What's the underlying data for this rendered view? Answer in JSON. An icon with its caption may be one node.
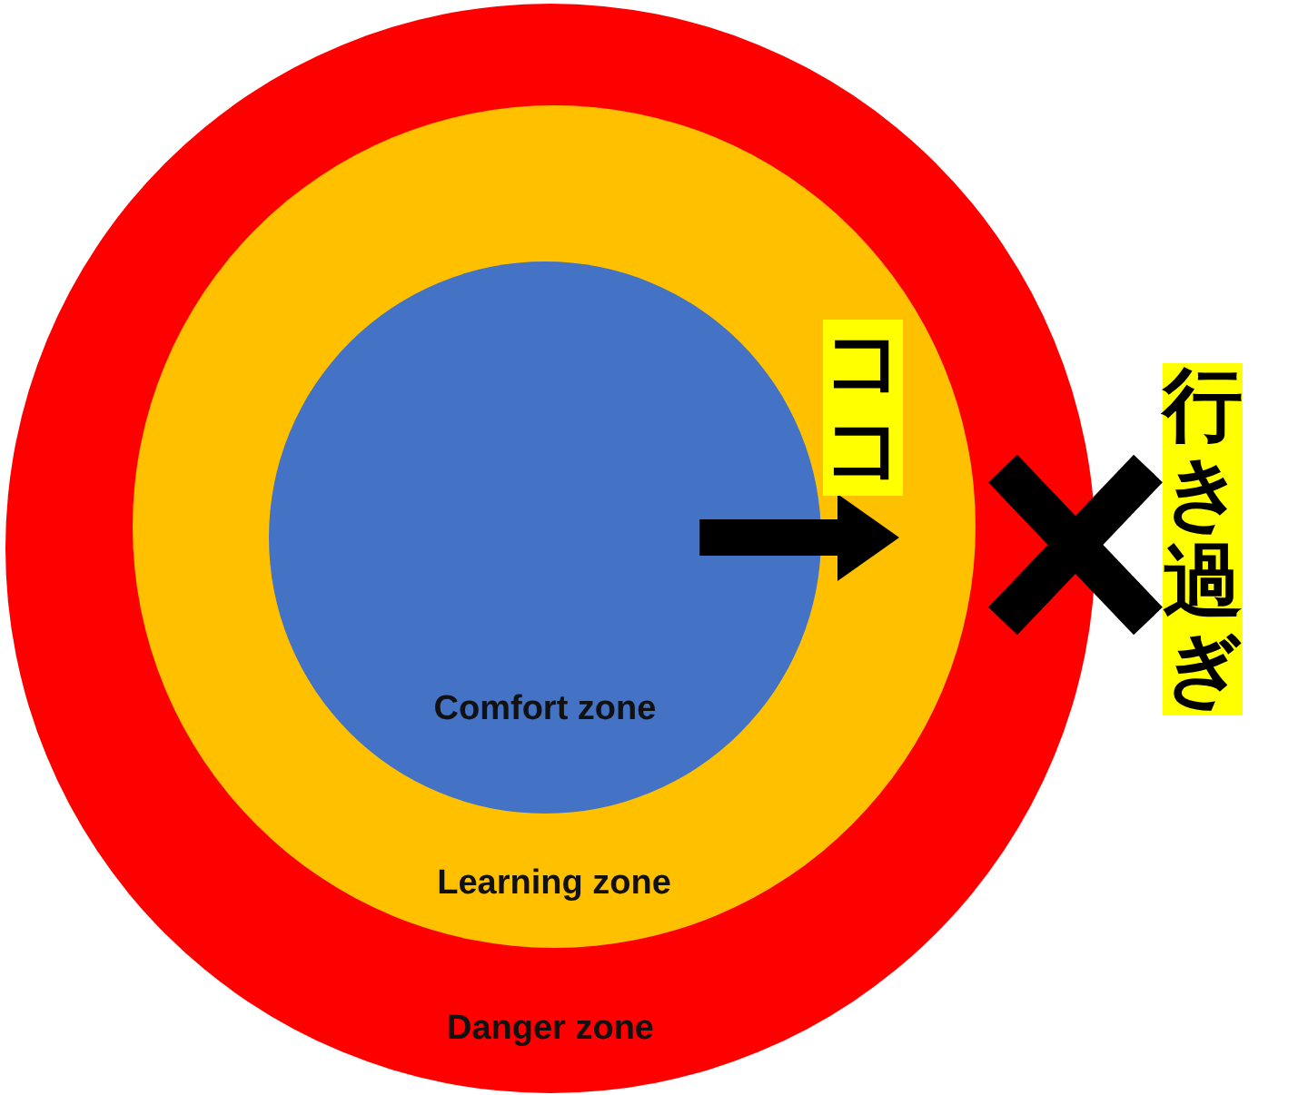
{
  "diagram": {
    "nodes": [
      {
        "text": [
          "Danger zone"
        ]
      },
      {
        "text": [
          "Learning zone"
        ],
        "in": 0
      },
      {
        "text": [
          "Comfort zone"
        ],
        "in": 1
      }
    ],
    "edges": [
      {
        "from": 2,
        "to": 1,
        "arrow": "to"
      }
    ],
    "labels": [
      "ココ",
      "行き過ぎ"
    ]
  }
}
